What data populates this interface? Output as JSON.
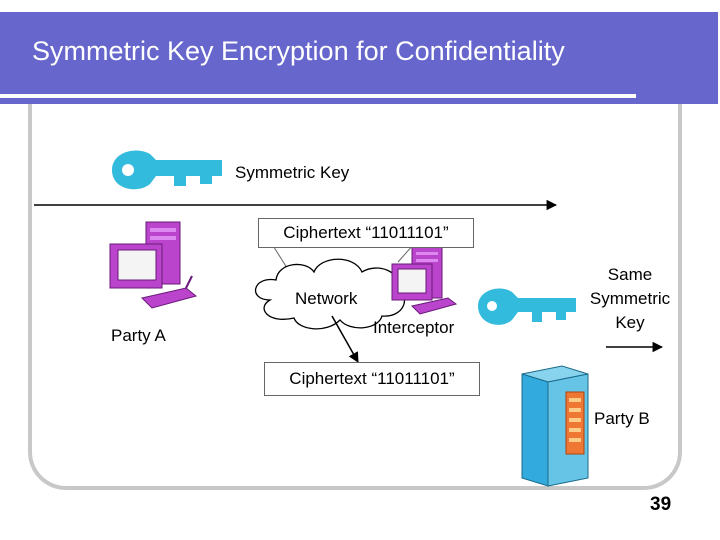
{
  "title": "Symmetric Key Encryption for Confidentiality",
  "labels": {
    "symmetric_key": "Symmetric Key",
    "network": "Network",
    "interceptor": "Interceptor",
    "party_a": "Party A",
    "party_b": "Party B",
    "same_symmetric_key": [
      "Same",
      "Symmetric",
      "Key"
    ],
    "ciphertext_top": "Ciphertext “11011101”",
    "ciphertext_bottom": "Ciphertext “11011101”"
  },
  "page_number": "39",
  "colors": {
    "title_bar": "#6666cc",
    "key": "#33bbdd",
    "computer": "#bb44cc",
    "server": "#33aadd",
    "server_panel": "#ee7733",
    "frame": "#c8c8c8"
  },
  "icons": [
    "key-icon",
    "computer-icon",
    "cloud-icon",
    "server-icon"
  ]
}
